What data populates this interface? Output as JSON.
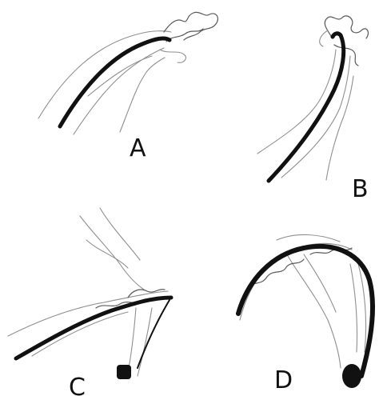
{
  "panels": [
    {
      "id": "a",
      "label": "A"
    },
    {
      "id": "b",
      "label": "B"
    },
    {
      "id": "c",
      "label": "C"
    },
    {
      "id": "d",
      "label": "D"
    }
  ],
  "colors": {
    "catheter": "#111111",
    "vessel": "#8f8f8f",
    "background": "#ffffff"
  }
}
